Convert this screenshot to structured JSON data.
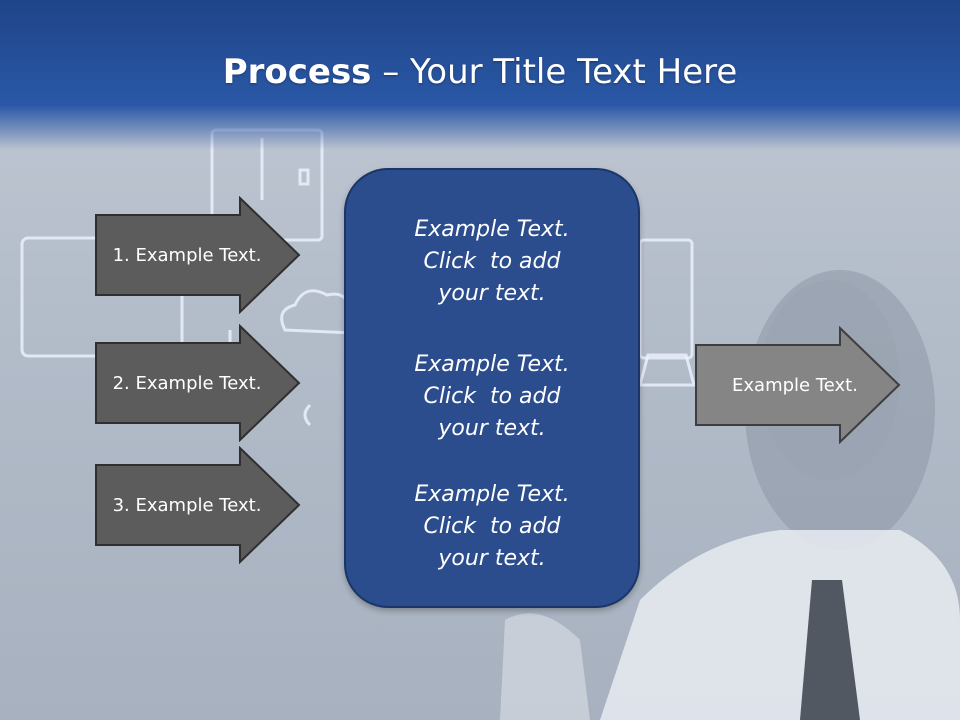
{
  "header": {
    "title_bold": "Process",
    "title_rest": " – Your Title Text Here"
  },
  "left_arrows": [
    {
      "label": "1. Example Text."
    },
    {
      "label": "2. Example Text."
    },
    {
      "label": "3. Example Text."
    }
  ],
  "center": {
    "items": [
      {
        "line1": "Example Text.",
        "line2": "Click  to add",
        "line3": "your text."
      },
      {
        "line1": "Example Text.",
        "line2": "Click  to add",
        "line3": "your text."
      },
      {
        "line1": "Example Text.",
        "line2": "Click  to add",
        "line3": "your text."
      }
    ]
  },
  "right_arrow": {
    "label": "Example Text."
  },
  "colors": {
    "header": "#2a58a6",
    "arrow_dark": "#5c5c5c",
    "arrow_light": "#858585",
    "center_box": "#2b4d8e"
  }
}
